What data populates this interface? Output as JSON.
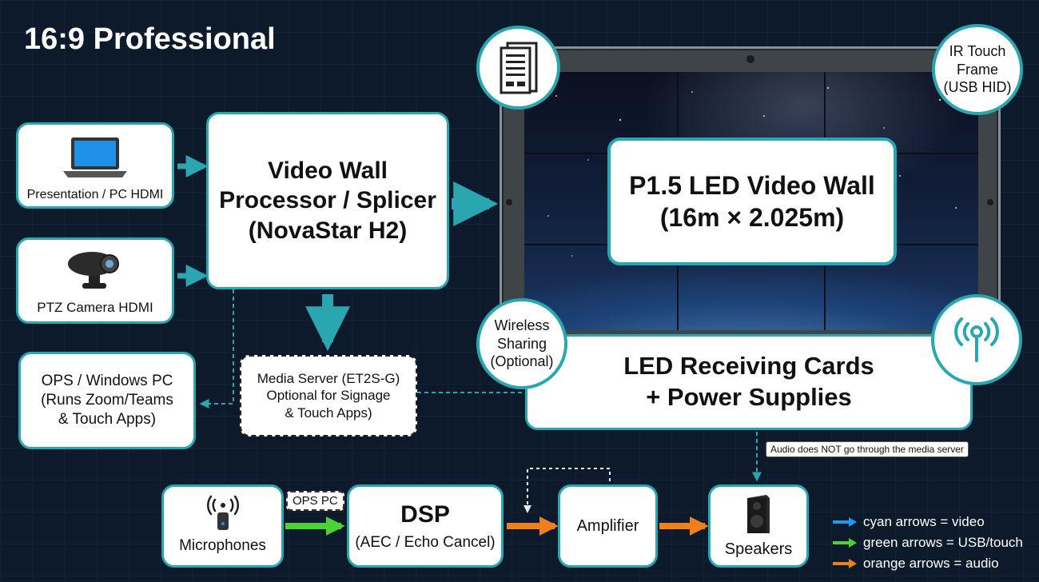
{
  "title": "16:9 Professional",
  "sources": {
    "pc": "Presentation / PC HDMI",
    "camera": "PTZ Camera HDMI"
  },
  "processor": {
    "line1": "Video Wall",
    "line2": "Processor / Splicer",
    "line3": "(NovaStar H2)"
  },
  "ops": {
    "line1": "OPS / Windows PC",
    "line2": "(Runs Zoom/Teams",
    "line3": "& Touch Apps)"
  },
  "media_server": {
    "line1": "Media Server (ET2S-G)",
    "line2": "Optional for Signage",
    "line3": "& Touch Apps)"
  },
  "led_wall": {
    "line1": "P1.5 LED Video Wall",
    "line2": "(16m × 2.025m)"
  },
  "receiving_cards": {
    "line1": "LED Receiving Cards",
    "line2": "+ Power Supplies"
  },
  "ir_touch": {
    "line1": "IR Touch",
    "line2": "Frame",
    "line3": "(USB HID)"
  },
  "wireless": {
    "line1": "Wireless",
    "line2": "Sharing",
    "line3": "(Optional)"
  },
  "audio_note": "Audio does NOT go through the media server",
  "ops_pc_tag": "OPS PC",
  "audio_chain": {
    "microphones": "Microphones",
    "dsp_title": "DSP",
    "dsp_sub": "(AEC / Echo Cancel)",
    "amplifier": "Amplifier",
    "speakers": "Speakers"
  },
  "legend": [
    {
      "label": "cyan arrows = video",
      "color": "#1e9bf0"
    },
    {
      "label": "green arrows = USB/touch",
      "color": "#4cd137"
    },
    {
      "label": "orange arrows = audio",
      "color": "#f0801e"
    }
  ],
  "colors": {
    "teal": "#2aa6b1",
    "cyan": "#1e9bf0",
    "green": "#4cd137",
    "orange": "#f0801e",
    "background": "#0d1a2b"
  },
  "icons": [
    "laptop-icon",
    "ptz-camera-icon",
    "document-icon",
    "wireless-antenna-icon",
    "microphone-icon",
    "speaker-icon"
  ]
}
